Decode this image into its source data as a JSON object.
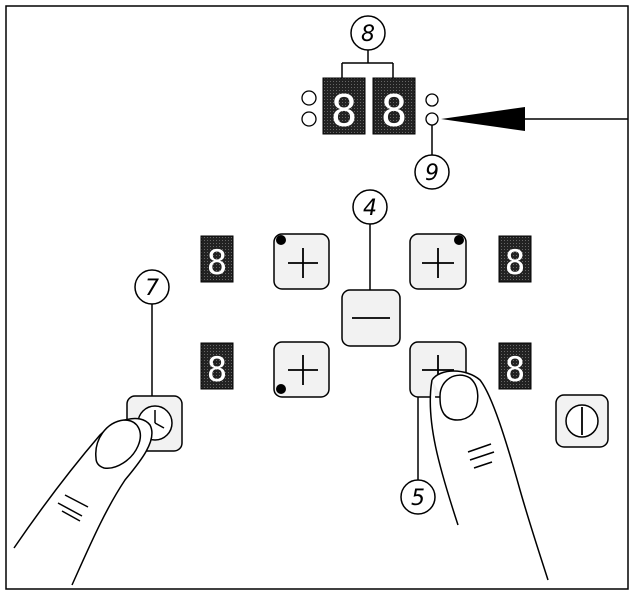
{
  "diagram": {
    "callouts": [
      {
        "id": "callout-8",
        "label": "8"
      },
      {
        "id": "callout-9",
        "label": "9"
      },
      {
        "id": "callout-4",
        "label": "4"
      },
      {
        "id": "callout-7",
        "label": "7"
      },
      {
        "id": "callout-5",
        "label": "5"
      }
    ],
    "displays": {
      "timer_left_digit": "8",
      "timer_right_digit": "8",
      "zone_front_left": "8",
      "zone_front_right": "8",
      "zone_rear_left": "8",
      "zone_rear_right": "8"
    },
    "buttons": {
      "plus_symbol": "+",
      "minus_symbol": "−"
    },
    "icons": {
      "timer": "clock-icon",
      "power": "power-icon",
      "pointer": "arrow-icon"
    },
    "colors": {
      "line": "#000000",
      "display_bg": "#2a2a2a",
      "display_digit": "#ffffff",
      "button_fill": "#f2f2f2"
    }
  }
}
